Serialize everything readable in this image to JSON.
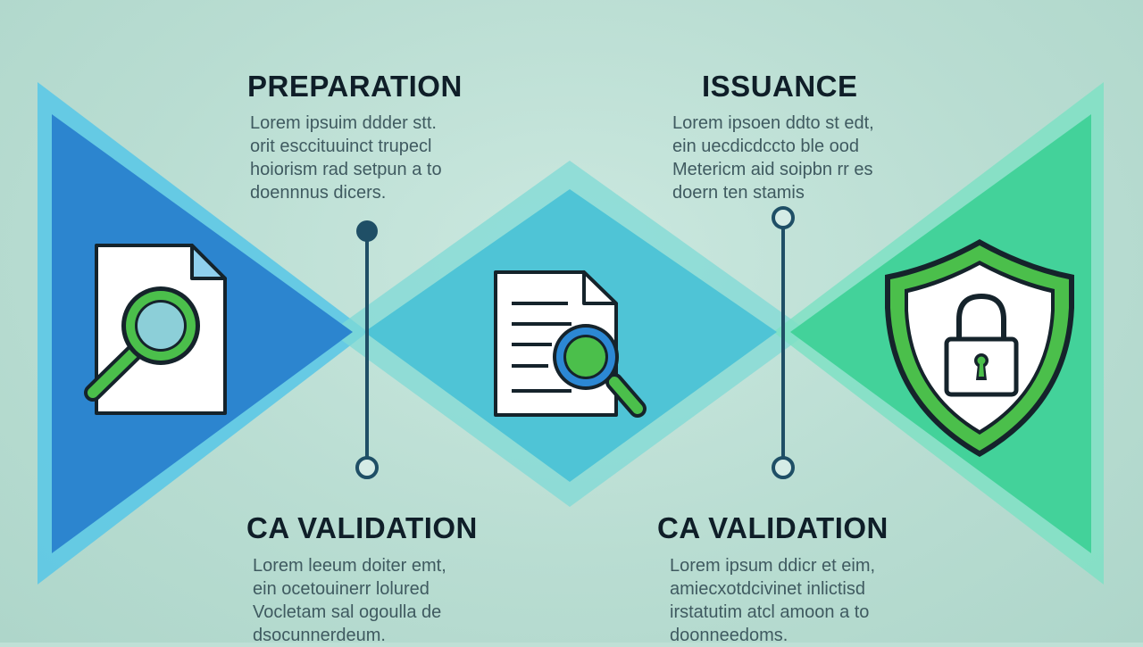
{
  "steps": [
    {
      "title": "PREPARATION",
      "text": "Lorem ipsuim ddder stt.\norit esccituuinct trupecl\nhoiorism rad setpun a to\ndoennnus dicers.",
      "icon": "document-search-icon"
    },
    {
      "title": "ISSUANCE",
      "text": "Lorem ipsoen ddto st edt,\nein uecdicdccto ble ood\nMetericm aid soipbn rr es\ndoern ten stamis",
      "icon": "shield-lock-icon"
    },
    {
      "title": "CA VALIDATION",
      "text": "Lorem leeum doiter emt,\nein ocetouinerr lolured\nVocletam sal ogoulla de\ndsocunnerdeum.",
      "icon": "document-magnifier-icon"
    },
    {
      "title": "CA VALIDATION",
      "text": "Lorem ipsum ddicr et eim,\namiecxotdcivinet inlictisd\nirstatutim atcl amoon a to\ndoonneedoms.",
      "icon": "document-magnifier-icon"
    }
  ],
  "colors": {
    "left_triangle": "#2c85cf",
    "center_diamond": "#4fc4d6",
    "right_triangle": "#43d29a",
    "connector": "#1f4f66",
    "icon_green": "#4bbf4b",
    "outline": "#15232b"
  }
}
